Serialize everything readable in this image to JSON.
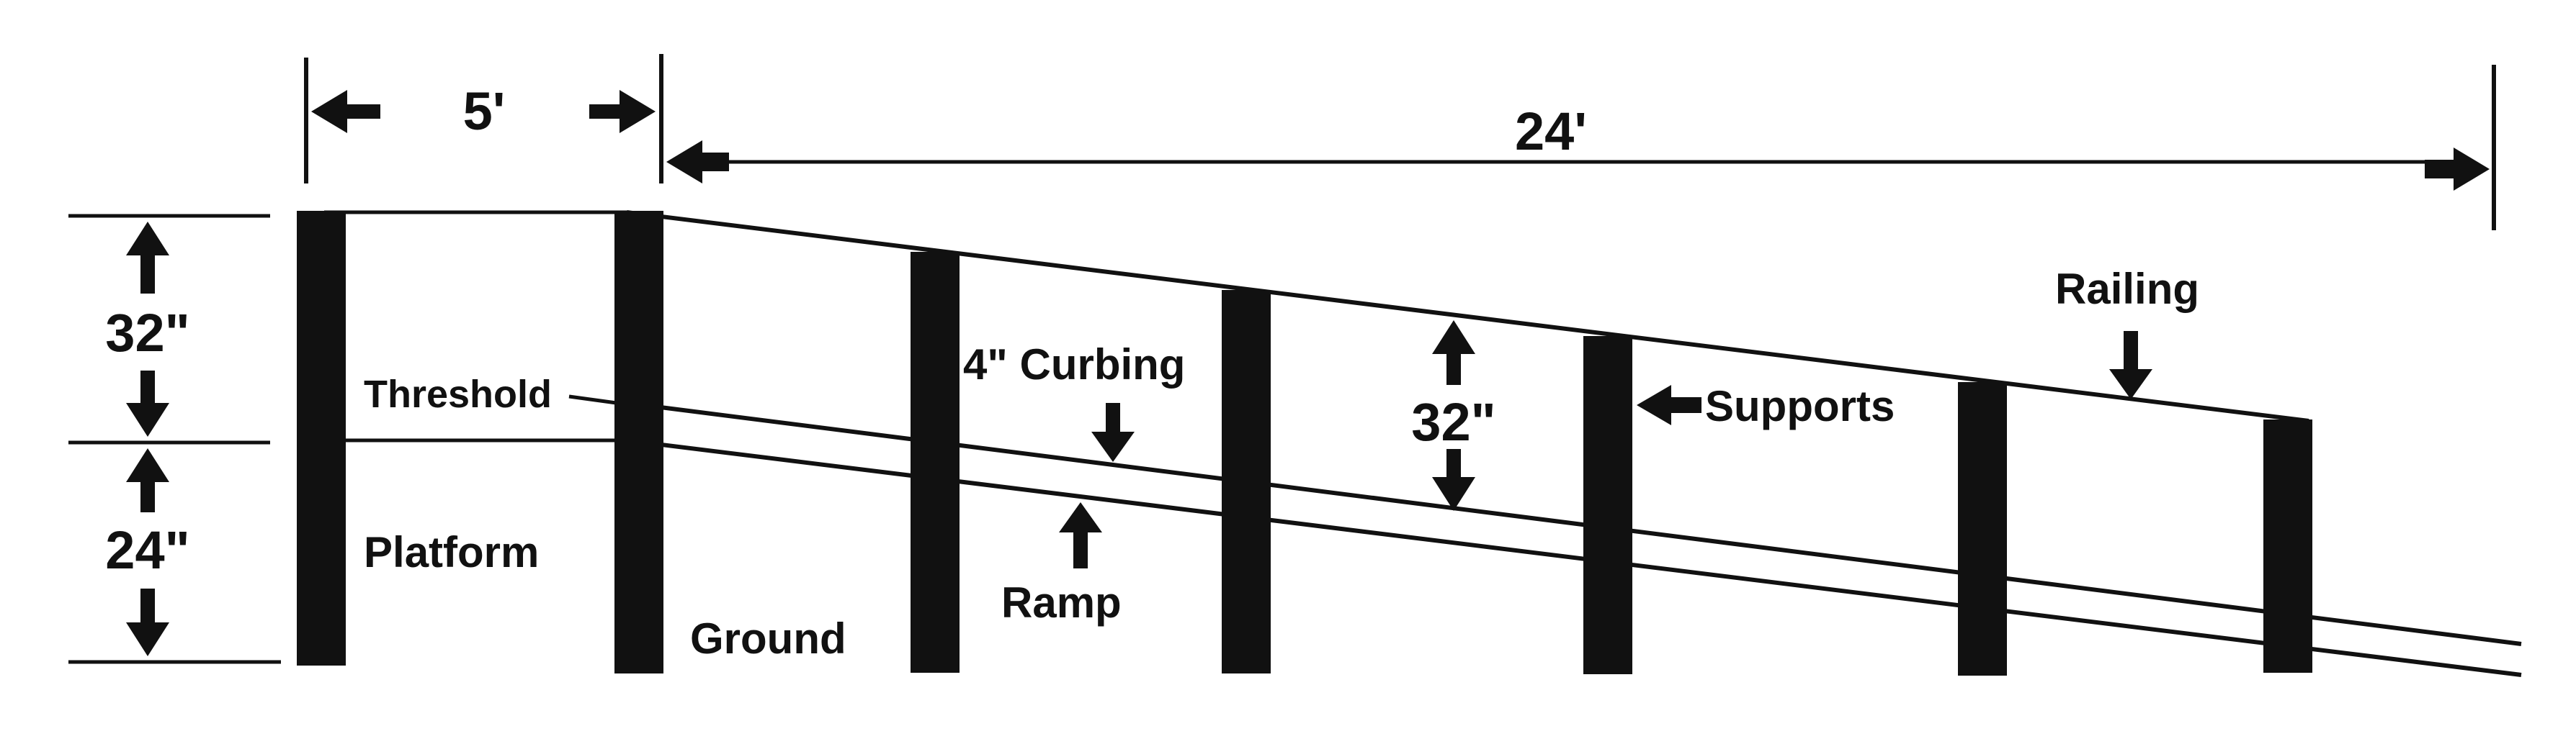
{
  "diagram": {
    "labels": {
      "platform_width": "5'",
      "ramp_length": "24'",
      "railing_height_left": "32\"",
      "platform_height": "24\"",
      "railing_height_center": "32\"",
      "threshold": "Threshold",
      "curbing": "4\" Curbing",
      "supports": "Supports",
      "railing": "Railing",
      "platform": "Platform",
      "ground": "Ground",
      "ramp": "Ramp"
    },
    "colors": {
      "ink": "#111111",
      "background": "#ffffff"
    }
  }
}
